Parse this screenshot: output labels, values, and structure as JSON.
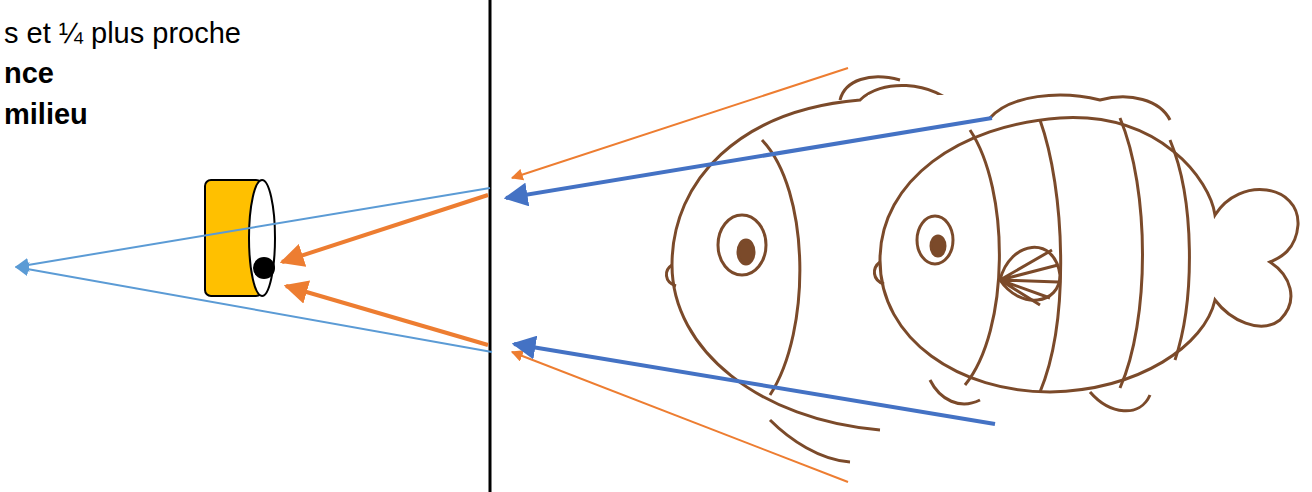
{
  "diagram": {
    "labels": [
      "s et ¼ plus proche",
      "nce",
      "milieu"
    ]
  }
}
